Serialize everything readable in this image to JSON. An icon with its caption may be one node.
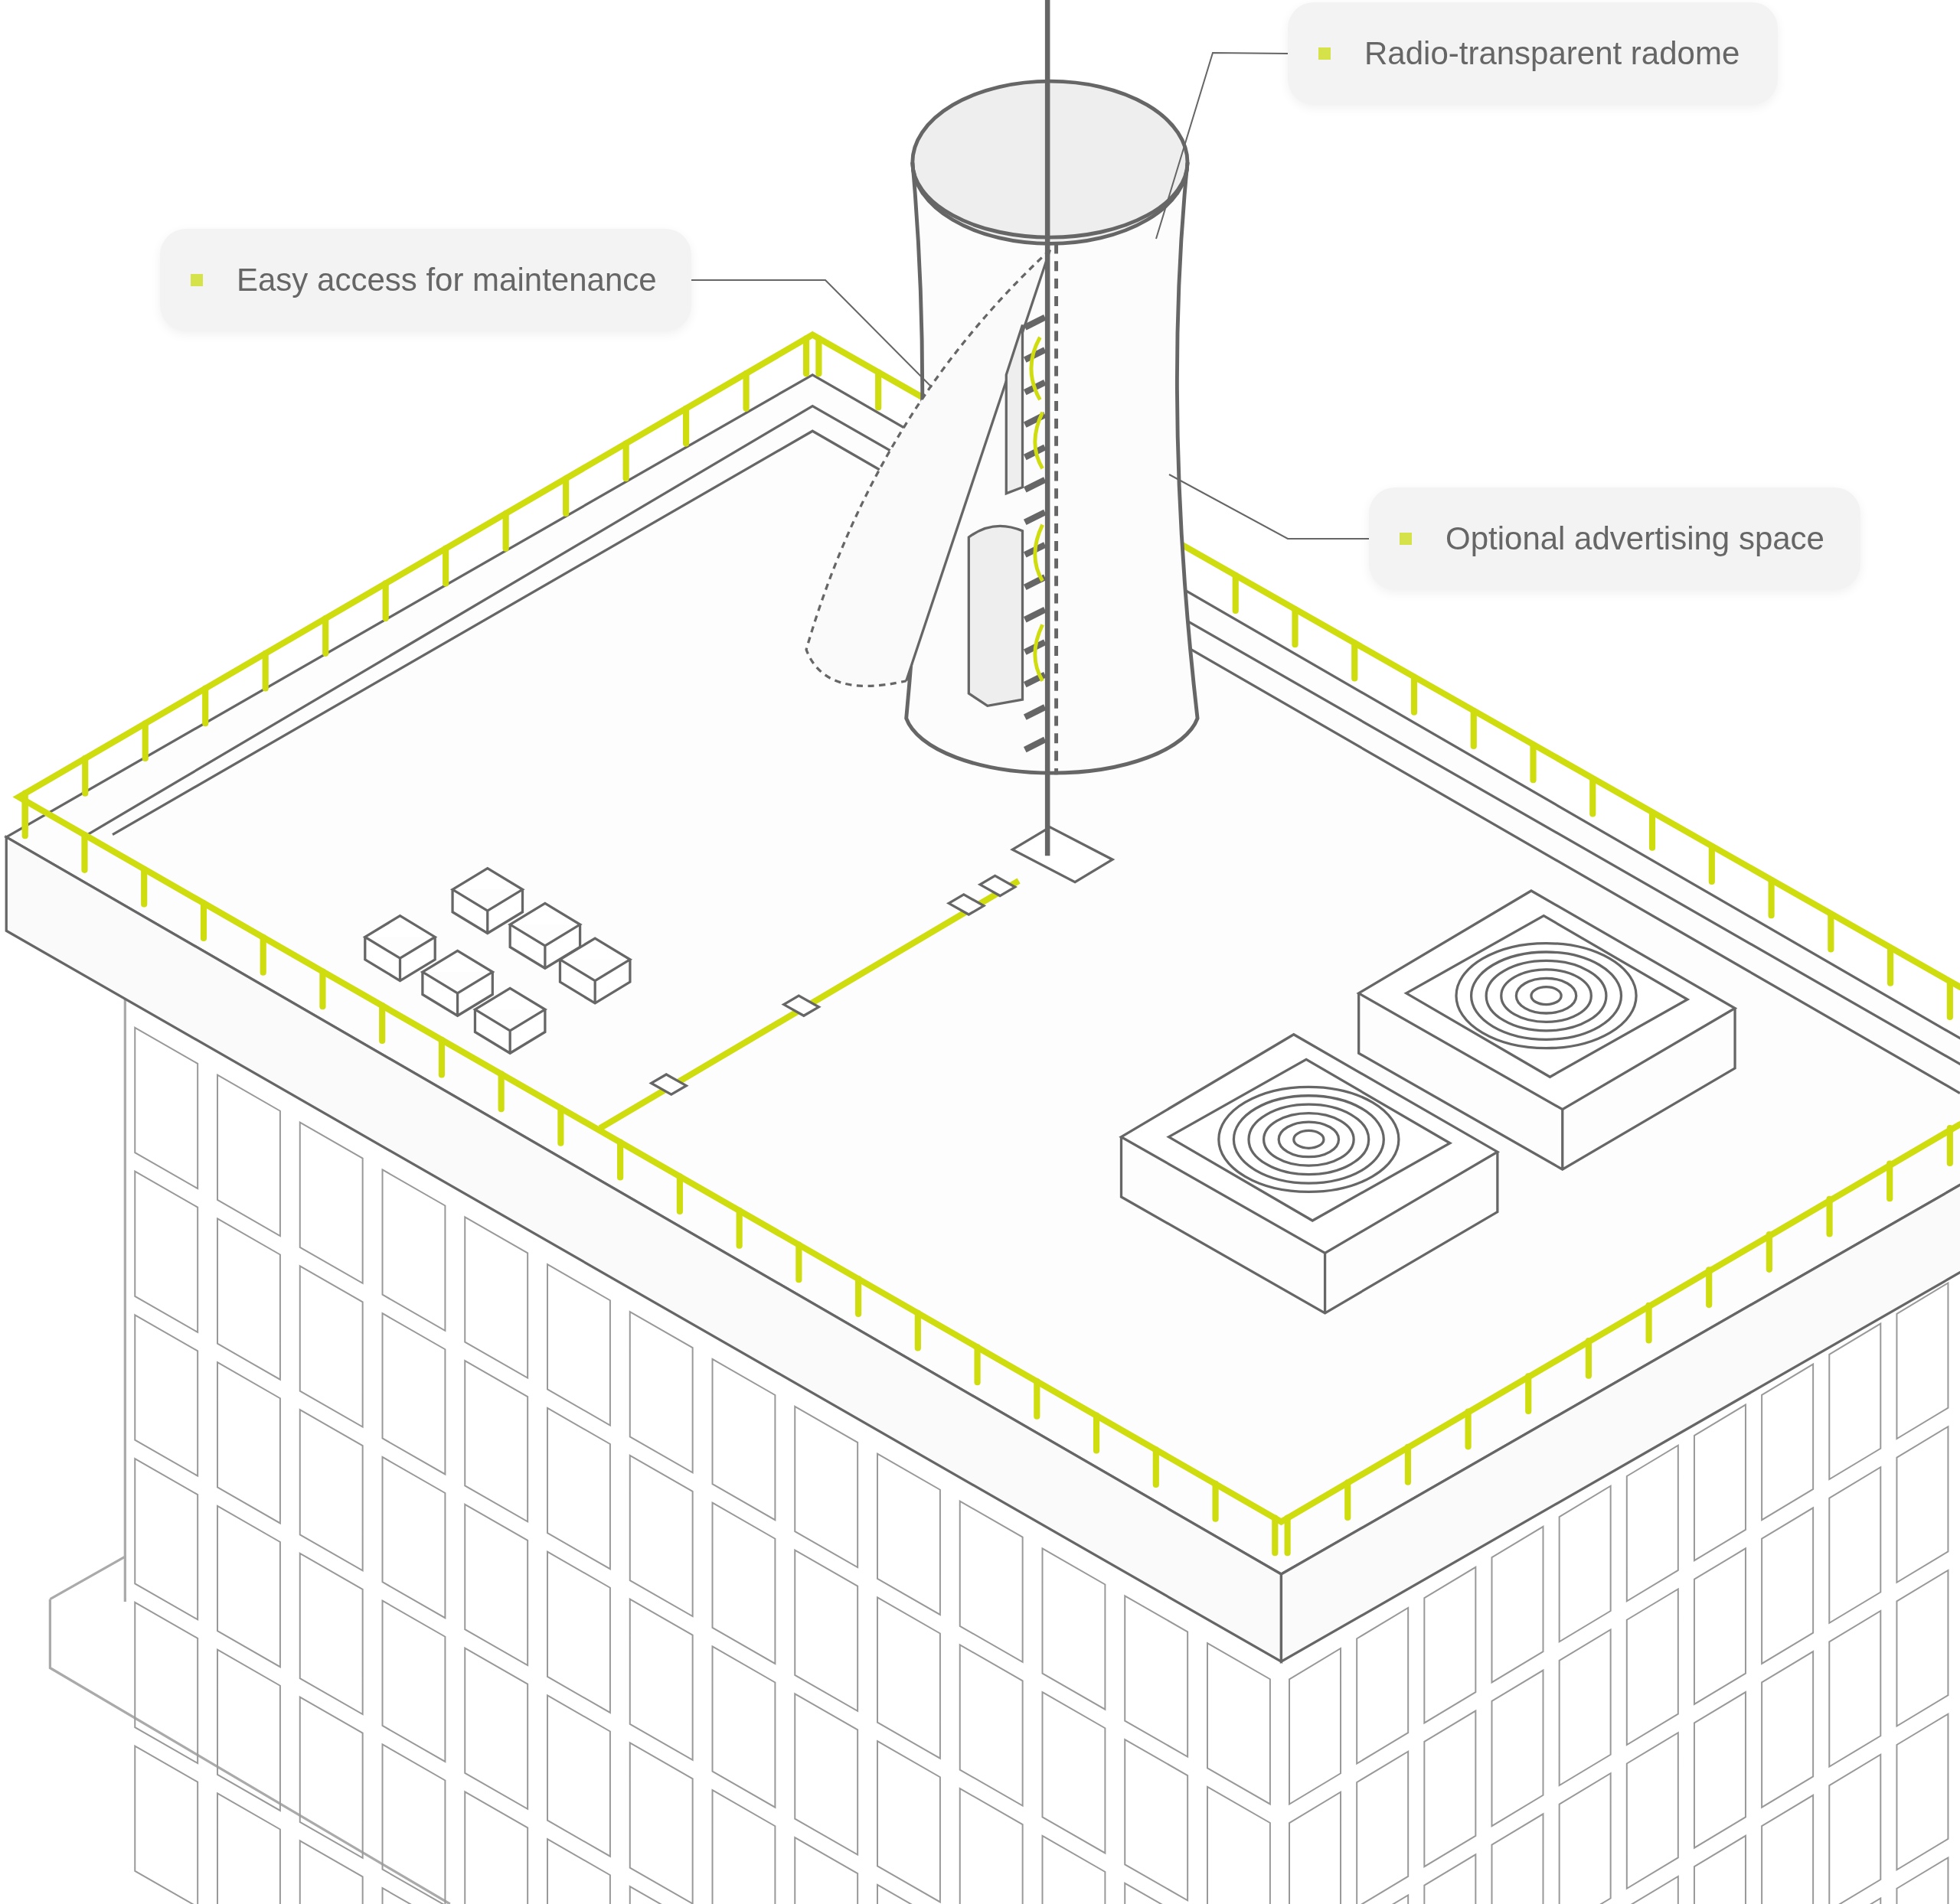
{
  "diagram": {
    "nodes": [
      {
        "text": [
          "Radio-transparent radome"
        ]
      },
      {
        "text": [
          "Easy access for maintenance"
        ]
      },
      {
        "text": [
          "Optional advertising space"
        ]
      }
    ],
    "edges": [
      {
        "from": 0,
        "to": null,
        "arrow": "none"
      },
      {
        "from": 1,
        "to": null,
        "arrow": "none"
      },
      {
        "from": 2,
        "to": null,
        "arrow": "none"
      }
    ]
  }
}
